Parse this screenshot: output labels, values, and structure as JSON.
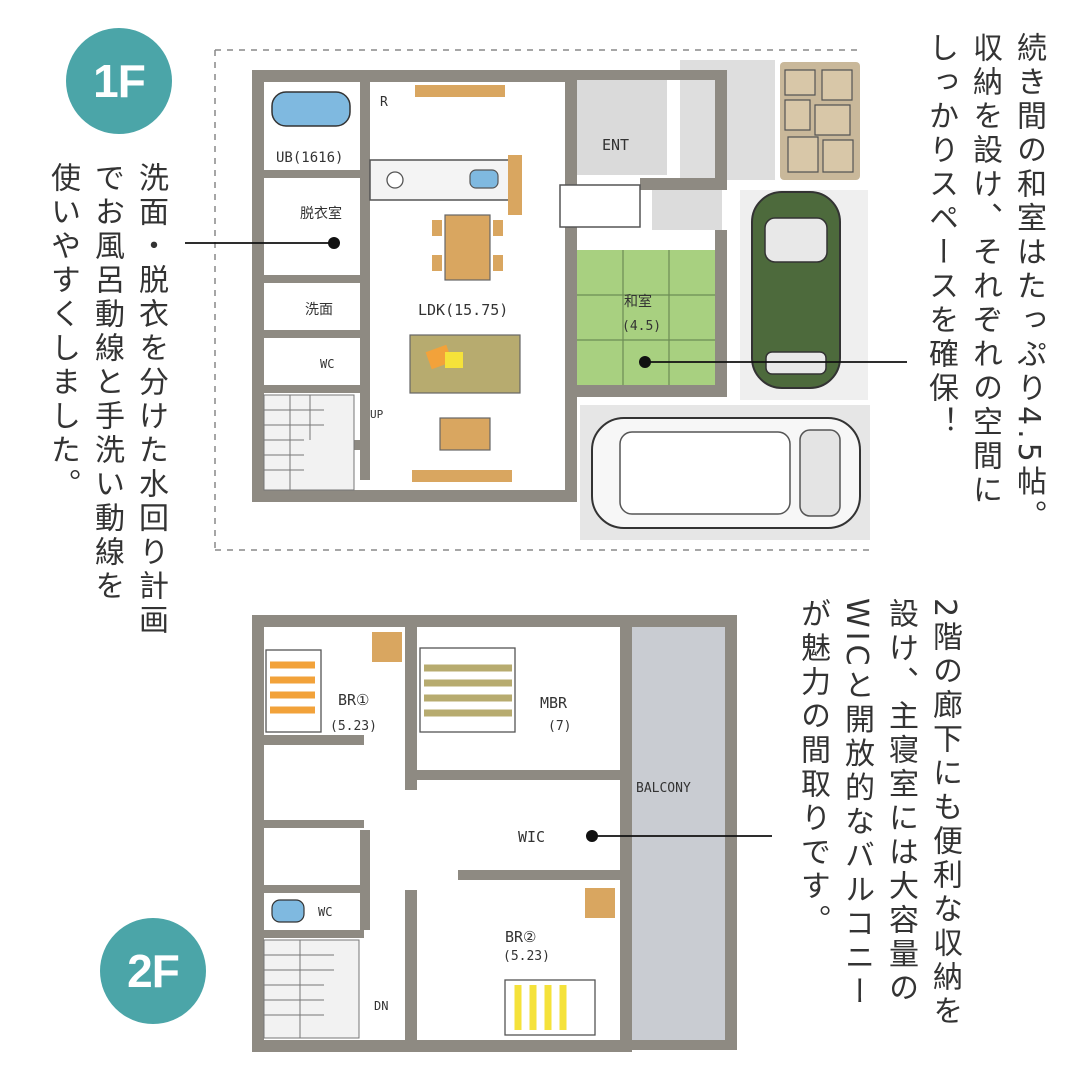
{
  "floors": {
    "first": {
      "badge": "1F",
      "labels": {
        "r": "R",
        "ub": "UB(1616)",
        "dressing": "脱衣室",
        "wash": "洗面",
        "wc": "WC",
        "ldk": "LDK(15.75)",
        "up": "UP",
        "ent": "ENT",
        "washitsu": "和室",
        "washitsu_size": "(4.5)"
      }
    },
    "second": {
      "badge": "2F",
      "labels": {
        "br1": "BR①",
        "br1_size": "(5.23)",
        "mbr": "MBR",
        "mbr_size": "(7)",
        "balcony": "BALCONY",
        "wic": "WIC",
        "wc": "WC",
        "br2": "BR②",
        "br2_size": "(5.23)",
        "dn": "DN"
      }
    }
  },
  "callouts": {
    "water": [
      "洗面・脱衣を分けた水回り計画",
      "でお風呂動線と手洗い動線を",
      "使いやすくしました。"
    ],
    "washitsu": [
      "続き間の和室はたっぷり4.5帖。",
      "収納を設け、それぞれの空間に",
      "しっかりスペースを確保！"
    ],
    "hall": [
      "2階の廊下にも便利な収納を",
      "設け、主寝室には大容量の",
      "WICと開放的なバルコニー",
      "が魅力の間取りです。"
    ]
  },
  "colors": {
    "badge": "#4ba5a8",
    "wall": "#8e8a82",
    "tatami": "#a8d080",
    "wood": "#d9a660",
    "car_green": "#4d6a3c",
    "balcony": "#c9ccd2",
    "bath": "#7fb9e0",
    "accent_orange": "#f2a23a",
    "accent_yellow": "#f5e23a"
  }
}
